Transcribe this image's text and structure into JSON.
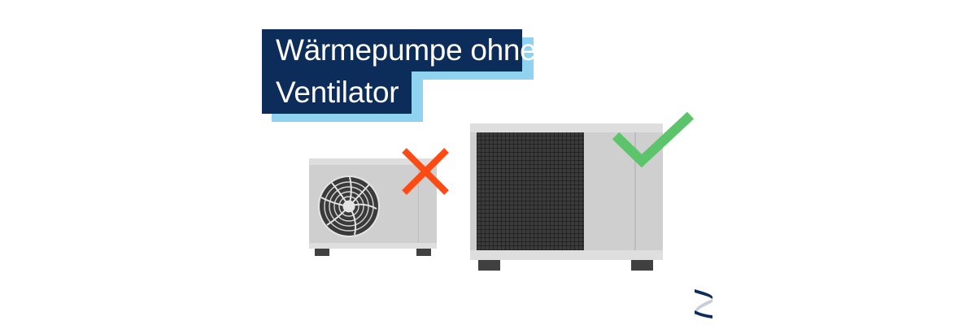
{
  "title": {
    "line1": "Wärmepumpe ohne",
    "line2": "Ventilator"
  },
  "illustration": {
    "small_unit": {
      "label": "heat-pump-with-fan",
      "verdict": "cross",
      "verdict_color": "#ff4a14"
    },
    "large_unit": {
      "label": "heat-pump-without-fan",
      "verdict": "check",
      "verdict_color": "#5cc46a"
    }
  },
  "colors": {
    "title_bg": "#0c2c5a",
    "title_shadow": "#8fd3f0",
    "title_text": "#ffffff",
    "unit_body": "#cfcfcf",
    "unit_band": "#dedede",
    "feet": "#404040",
    "grille": "#3b3b3b",
    "logo_navy": "#0c2c5a"
  }
}
